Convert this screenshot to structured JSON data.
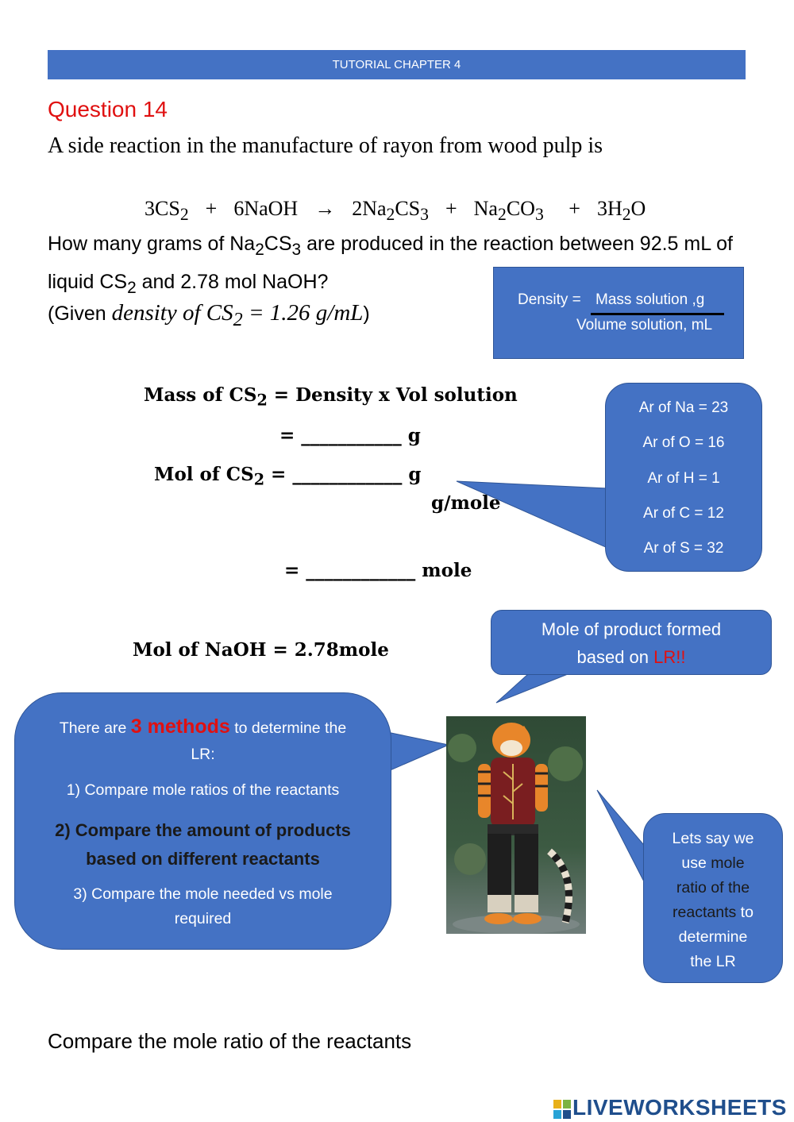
{
  "header": {
    "title": "TUTORIAL CHAPTER 4"
  },
  "question": {
    "title": "Question 14",
    "intro": "A side reaction in the manufacture of rayon from wood pulp is",
    "equation": {
      "r1": "3CS",
      "r1_sub": "2",
      "plus1": "+",
      "r2": "6NaOH",
      "arrow": "→",
      "p1a": "2Na",
      "p1_sub1": "2",
      "p1b": "CS",
      "p1_sub2": "3",
      "plus2": "+",
      "p2a": "Na",
      "p2_sub1": "2",
      "p2b": "CO",
      "p2_sub2": "3",
      "plus3": "+",
      "p3a": "3H",
      "p3_sub": "2",
      "p3b": "O"
    },
    "text": {
      "a": "How many grams of Na",
      "a_sub1": "2",
      "b": "CS",
      "b_sub": "3",
      "c": " are produced in the reaction between 92.5 mL of liquid CS",
      "c_sub": "2",
      "d": " and 2.78 mol NaOH?"
    },
    "given": {
      "open": "(Given ",
      "italic": "density of CS",
      "italic_sub": "2",
      "italic_rest": " = 1.26 g/mL",
      "close": ")"
    }
  },
  "density_box": {
    "label": "Density = ",
    "numerator": "Mass solution ,g",
    "denominator": "Volume solution, mL"
  },
  "work": {
    "mass_label": "Mass of CS",
    "mass_sub": "2",
    "mass_rest": " =  Density x Vol solution",
    "mass_eq": "= ___________ g",
    "mol_label": "Mol of CS",
    "mol_sub": "2",
    "mol_rest": " = ____________ g",
    "mol_unit": "g/mole",
    "mol_eq": "= ____________ mole",
    "naoh": "Mol of NaOH = 2.78mole"
  },
  "ar_bubble": {
    "items": [
      "Ar of Na = 23",
      "Ar of O = 16",
      "Ar of H = 1",
      "Ar of C = 12",
      "Ar of S = 32"
    ]
  },
  "mol_bubble": {
    "line1": "Mole of product formed",
    "line2": "based on ",
    "highlight": "LR!!"
  },
  "methods_bubble": {
    "pre": "There are ",
    "highlight": "3 methods",
    "post": " to determine the",
    "line2": "LR:",
    "m1": "1) Compare mole ratios of the reactants",
    "m2a": "2) Compare the amount of products",
    "m2b": "based on different reactants",
    "m3a": "3) Compare the mole needed vs mole",
    "m3b": "required"
  },
  "lets_bubble": {
    "l1": "Lets say we",
    "l2a": "use ",
    "l2b": "mole",
    "l3": "ratio of the",
    "l4a": "reactants",
    "l4b": " to",
    "l5": "determine",
    "l6": "the LR"
  },
  "footer": {
    "compare": "Compare the mole ratio of the reactants",
    "logo": "LIVEWORKSHEETS"
  },
  "colors": {
    "blue": "#4472c4",
    "red": "#e01010"
  }
}
